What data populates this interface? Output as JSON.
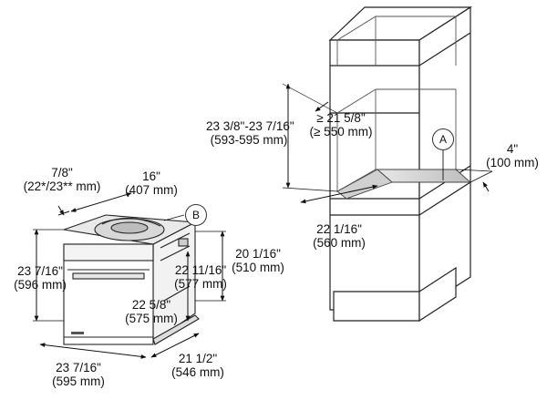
{
  "labels": {
    "height_range": "23 3/8\"-23 7/16\"",
    "height_range_mm": "(593-595 mm)",
    "min_depth": "≥ 21 5/8\"",
    "min_depth_mm": "(≥ 550 mm)",
    "cutout_width": "22 1/16\"",
    "cutout_width_mm": "(560 mm)",
    "side_clear": "4\"",
    "side_clear_mm": "(100 mm)",
    "callout_a": "A",
    "callout_b": "B",
    "trim": "7/8\"",
    "trim_mm": "(22*/23** mm)",
    "top_depth": "16\"",
    "top_depth_mm": "(407 mm)",
    "front_height": "23 7/16\"",
    "front_height_mm": "(596 mm)",
    "body_height": "20 1/16\"",
    "body_height_mm": "(510 mm)",
    "body_width": "22 11/16\"",
    "body_width_mm": "(577 mm)",
    "inner_depth": "22 5/8\"",
    "inner_depth_mm": "(575 mm)",
    "front_width": "23 7/16\"",
    "front_width_mm": "(595 mm)",
    "overall_depth": "21 1/2\"",
    "overall_depth_mm": "(546 mm)"
  }
}
